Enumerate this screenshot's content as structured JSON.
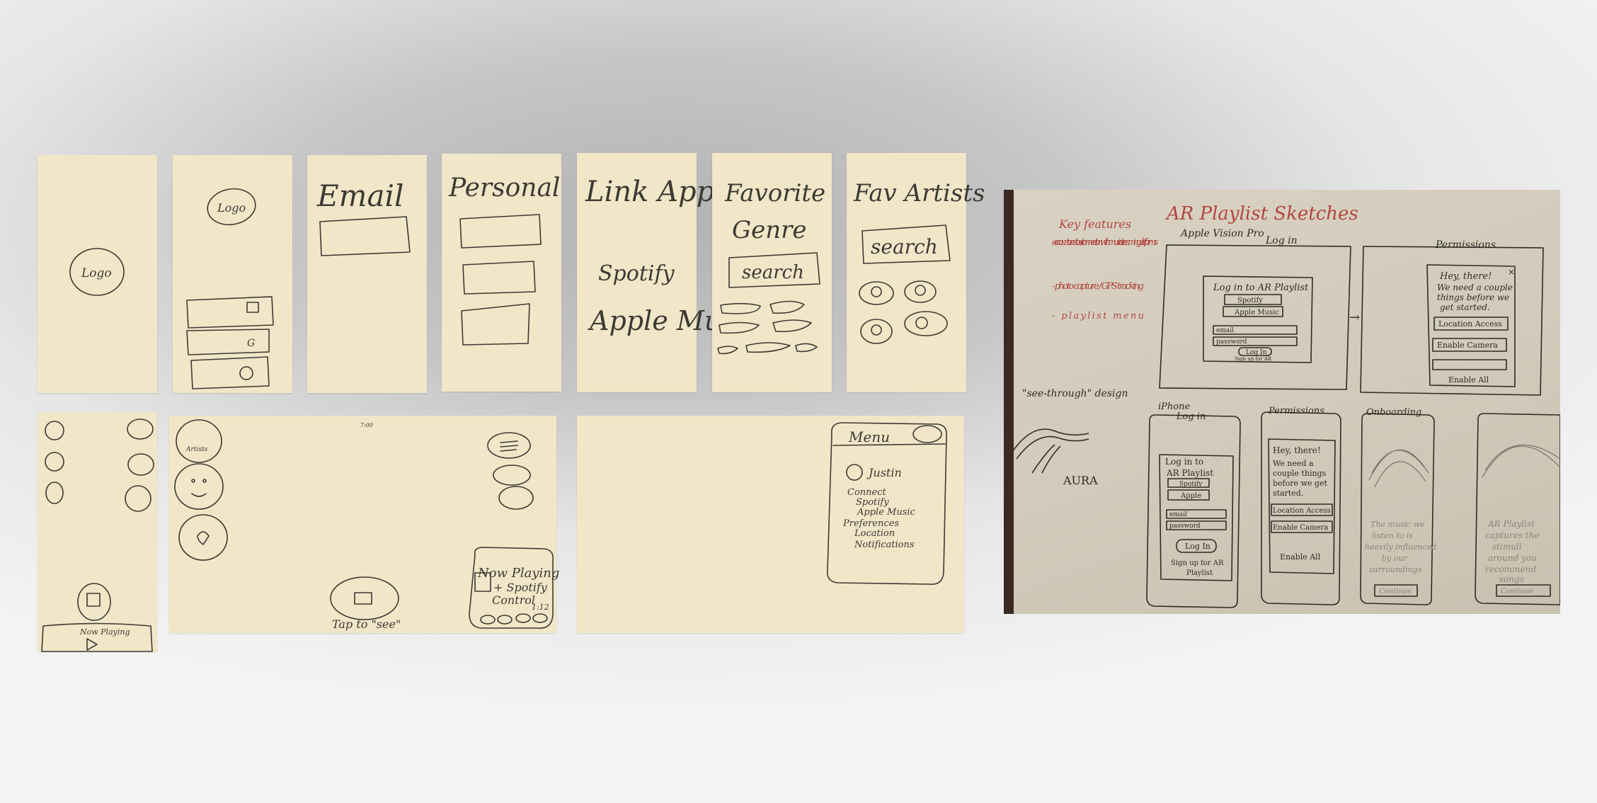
{
  "sketches": {
    "logo_screen": {
      "logo": "Logo"
    },
    "login_screen": {
      "logo": "Logo"
    },
    "email_screen": {
      "title": "Email"
    },
    "personal_screen": {
      "title": "Personal"
    },
    "link_apps_screen": {
      "title": "Link Apps",
      "spotify": "Spotify",
      "apple_music": "Apple Music"
    },
    "genre_screen": {
      "title_line1": "Favorite",
      "title_line2": "Genre",
      "search": "search"
    },
    "artists_screen": {
      "title": "Fav Artists",
      "search": "search"
    },
    "home_screen": {
      "now_playing": "Now Playing"
    },
    "ar_view": {
      "top_label": "7:00",
      "artists_label": "Artists",
      "tap_hint": "Tap to \"see\"",
      "now_playing_line1": "Now Playing",
      "now_playing_line2": "+ Spotify",
      "now_playing_line3": "Control",
      "time": "1:12"
    },
    "menu_view": {
      "menu_title": "Menu",
      "user": "Justin",
      "items": [
        "Connect",
        "Spotify",
        "Apple Music",
        "Preferences",
        "Location",
        "Notifications"
      ]
    }
  },
  "photo": {
    "title": "AR Playlist Sketches",
    "key_features_title": "Key features",
    "features": [
      "- account creation / connection with music streaming platforms",
      "- photo capture / GPS tracking",
      "- playlist menu"
    ],
    "vision_pro_label": "Apple Vision Pro",
    "login_label": "Log in",
    "permissions_label": "Permissions",
    "vp_login": {
      "heading": "Log in to AR Playlist",
      "spotify": "Spotify",
      "apple_music": "Apple Music",
      "email": "email",
      "password": "password",
      "button": "Log In",
      "signup": "Sign up for AR"
    },
    "vp_permissions": {
      "heading_1": "Hey, there!",
      "heading_2": "We need a couple",
      "heading_3": "things before we",
      "heading_4": "get started.",
      "location": "Location Access",
      "camera": "Enable Camera",
      "enable_all": "Enable All"
    },
    "see_through": "\"see-through\" design",
    "aura": "AURA",
    "iphone_label": "iPhone",
    "onboarding_label": "Onboarding",
    "iphone_login": {
      "heading_1": "Log in to",
      "heading_2": "AR Playlist",
      "spotify": "Spotify",
      "apple": "Apple",
      "email": "email",
      "password": "password",
      "button": "Log In",
      "signup_1": "Sign up for AR",
      "signup_2": "Playlist"
    },
    "iphone_permissions": {
      "line_1": "Hey, there!",
      "line_2": "We need a",
      "line_3": "couple things",
      "line_4": "before we get",
      "line_5": "started.",
      "location": "Location Access",
      "camera": "Enable Camera",
      "enable_all": "Enable All"
    },
    "onboarding_1": {
      "line_1": "The music we",
      "line_2": "listen to is",
      "line_3": "heavily influenced",
      "line_4": "by our",
      "line_5": "surroundings",
      "button": "Continue"
    },
    "onboarding_2": {
      "line_1": "AR Playlist",
      "line_2": "captures the",
      "line_3": "stimuli",
      "line_4": "around you",
      "line_5": "recommend",
      "line_6": "songs",
      "button": "Continue"
    }
  }
}
